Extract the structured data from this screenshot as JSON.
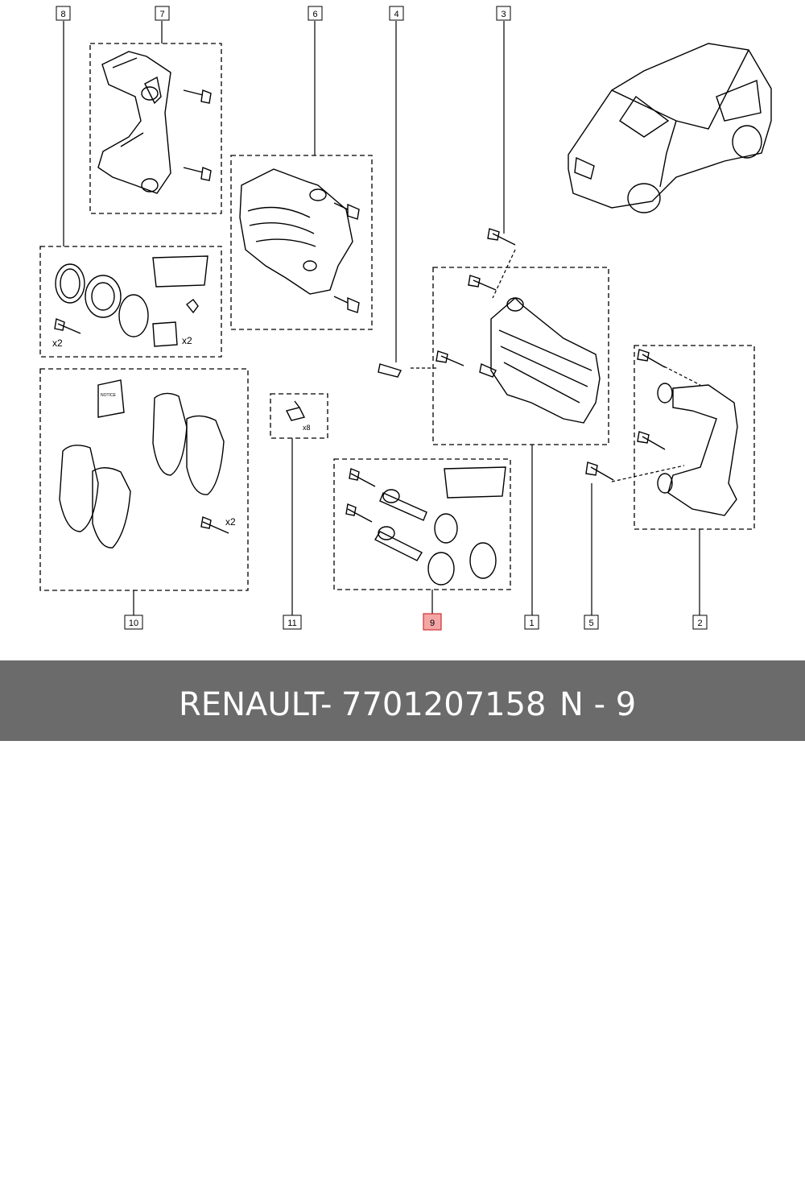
{
  "callouts": [
    {
      "id": "c1",
      "label": "1"
    },
    {
      "id": "c2",
      "label": "2"
    },
    {
      "id": "c3",
      "label": "3"
    },
    {
      "id": "c4",
      "label": "4"
    },
    {
      "id": "c5",
      "label": "5"
    },
    {
      "id": "c6",
      "label": "6"
    },
    {
      "id": "c7",
      "label": "7"
    },
    {
      "id": "c8",
      "label": "8"
    },
    {
      "id": "c9",
      "label": "9",
      "highlighted": true
    },
    {
      "id": "c10",
      "label": "10"
    },
    {
      "id": "c11",
      "label": "11"
    }
  ],
  "quantity_labels": {
    "seals_bolts": "x2",
    "seals_boot": "x2",
    "pads_bolts": "x2",
    "clips": "x8"
  },
  "manual_label": "NOTICE",
  "footer": {
    "brand": "RENAULT",
    "separator": "-",
    "part_number": "7701207158",
    "position": "N - 9"
  },
  "colors": {
    "highlight_fill": "#f4a6a6",
    "highlight_stroke": "#d03030",
    "footer_bg": "#6b6b6b"
  }
}
